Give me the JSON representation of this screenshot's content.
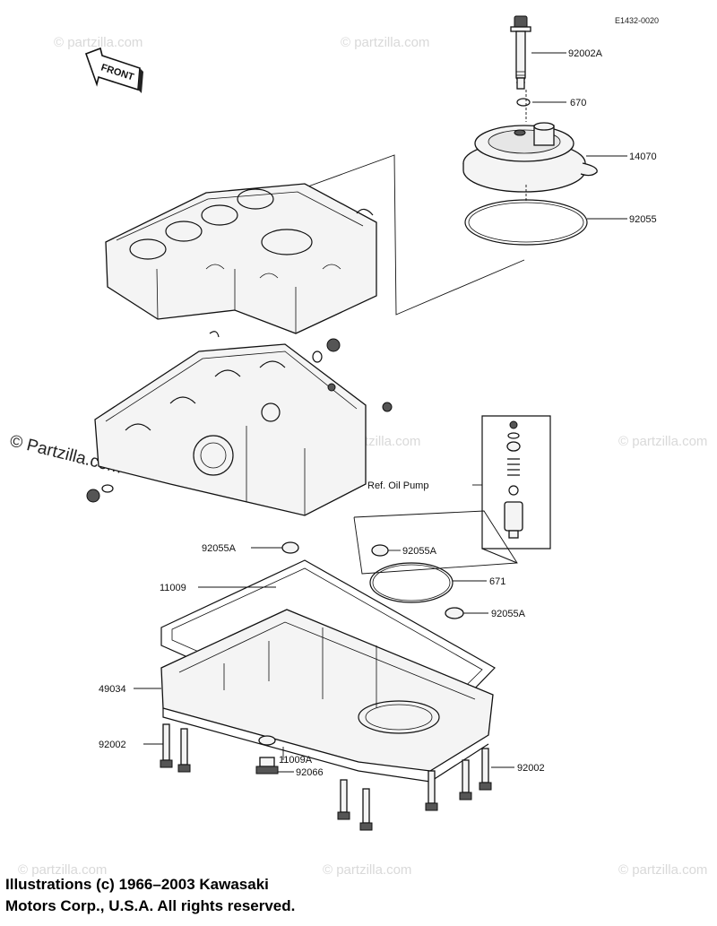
{
  "diagram_code": "E1432-0020",
  "front_label": "FRONT",
  "watermark": "© Partzilla.com",
  "watermark_small": "© partzilla.com",
  "ref_label": "Ref. Oil Pump",
  "copyright_line1": "Illustrations (c) 1966–2003 Kawasaki",
  "copyright_line2": "Motors Corp., U.S.A.  All rights reserved.",
  "parts": [
    {
      "id": "92002A"
    },
    {
      "id": "670"
    },
    {
      "id": "14070"
    },
    {
      "id": "92055"
    },
    {
      "id": "92055A"
    },
    {
      "id": "92055A"
    },
    {
      "id": "11009"
    },
    {
      "id": "671"
    },
    {
      "id": "92055A"
    },
    {
      "id": "49034"
    },
    {
      "id": "92002"
    },
    {
      "id": "11009A"
    },
    {
      "id": "92066"
    },
    {
      "id": "92002"
    }
  ]
}
